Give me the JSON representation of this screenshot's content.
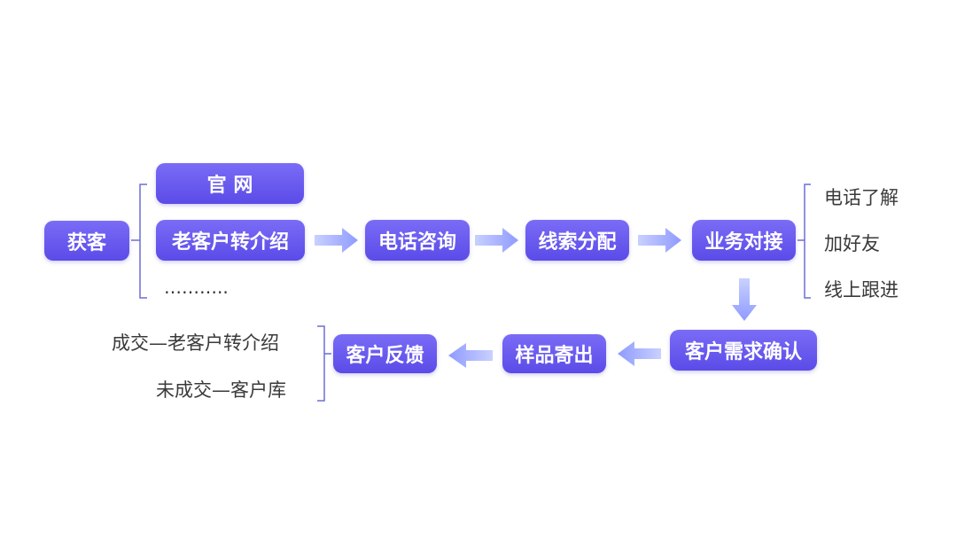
{
  "colors": {
    "box_gradient_top": "#7a6cf6",
    "box_gradient_bottom": "#5b4be8",
    "arrow": "#8f9bff",
    "bracket": "#6b6fd6",
    "text": "#3a3a3a"
  },
  "nodes": {
    "acquire": "获客",
    "official_site": "官 网",
    "referral": "老客户转介绍",
    "more": "………..",
    "phone_consult": "电话咨询",
    "lead_assign": "线索分配",
    "sales_connect": "业务对接",
    "needs_confirm": "客户需求确认",
    "sample_send": "样品寄出",
    "feedback": "客户反馈"
  },
  "followup": {
    "items": [
      "电话了解",
      "加好友",
      "线上跟进"
    ]
  },
  "outcomes": {
    "items": [
      "成交—老客户转介绍",
      "未成交—客户库"
    ]
  }
}
